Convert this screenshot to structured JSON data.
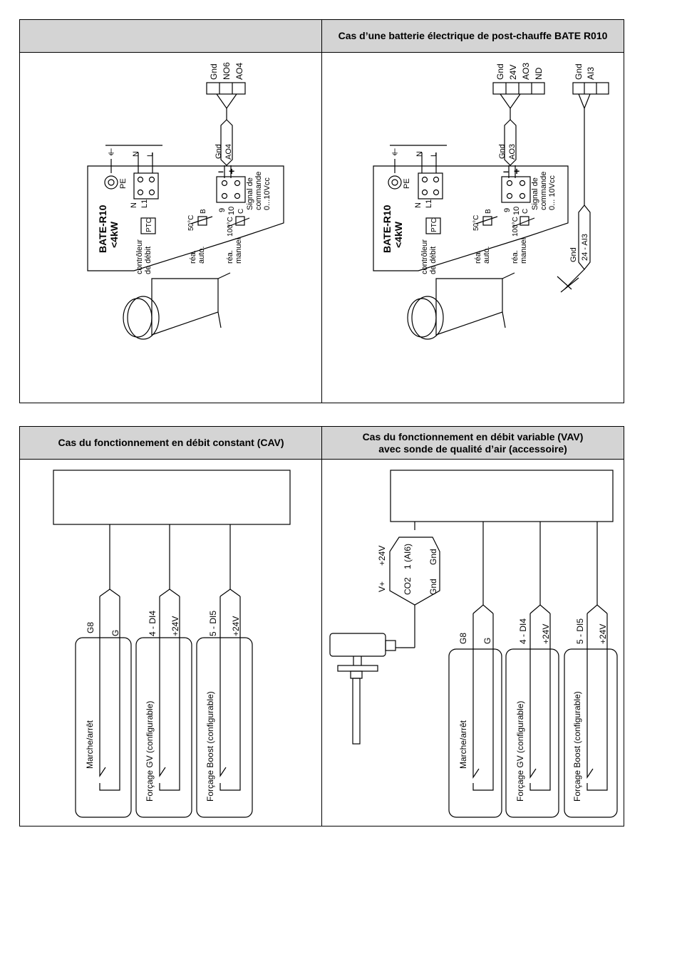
{
  "table1": {
    "header_left": "",
    "header_right": "Cas d’une batterie électrique de post-chauffe BATE R010"
  },
  "table2": {
    "header_left": "Cas du fonctionnement en débit constant (CAV)",
    "header_right_line1": "Cas du fonctionnement en débit variable (VAV)",
    "header_right_line2": "avec sonde de qualité d’air (accessoire)"
  },
  "bate_left": {
    "term_labels": [
      "Gnd",
      "NO6",
      "AO4"
    ],
    "cable_gnd": "Gnd",
    "cable_ao": "AO4",
    "minus": "–",
    "plus": "+",
    "model": "BATE-R10",
    "power": "<4kW",
    "pe": "PE",
    "n": "N",
    "l": "L",
    "l1": "L1",
    "n_in": "N",
    "l_in": "L",
    "ground": "⏚",
    "ptc": "PTC",
    "t50": "50°C",
    "t100": "100°C",
    "b": "B",
    "c": "C",
    "n9": "9",
    "n10": "10",
    "sig1": "Signal de",
    "sig2": "commande",
    "sig3": "0...10Vcc",
    "ctrl1": "contrôleur",
    "ctrl2": "de débit",
    "rea1": "réa.",
    "auto": "auto.",
    "rea2": "réa.",
    "manuel": "manuel"
  },
  "bate_right": {
    "term_labels_a": [
      "Gnd",
      "24V",
      "AO3",
      "ND"
    ],
    "term_labels_b": [
      "Gnd",
      "AI3"
    ],
    "cable_gnd": "Gnd",
    "cable_ao": "AO3",
    "minus": "–",
    "plus": "+",
    "model": "BATE-R10",
    "power": "<4kW",
    "pe": "PE",
    "n": "N",
    "l": "L",
    "l1": "L1",
    "n_in": "N",
    "l_in": "L",
    "ground": "⏚",
    "ptc": "PTC",
    "t50": "50°C",
    "t100": "100°C",
    "b": "B",
    "c": "C",
    "n9": "9",
    "n10": "10",
    "sig1": "Signal de",
    "sig2": "commande",
    "sig3": "0... 10Vcc",
    "ctrl1": "contrôleur",
    "ctrl2": "de débit",
    "rea1": "réa.",
    "auto": "auto.",
    "rea2": "réa.",
    "manuel": "manuel",
    "probe_gnd": "Gnd",
    "probe_ai": "24 - AI3"
  },
  "cav": {
    "c1_top": "G8",
    "c1_bottom": "G",
    "c2_top": "4 - DI4",
    "c2_bottom": "+24V",
    "c3_top": "5 - DI5",
    "c3_bottom": "+24V",
    "box1": "Marche/arrêt",
    "box2": "Forçage GV (configurable)",
    "box3": "Forçage Boost (configurable)"
  },
  "vav": {
    "c1_top": "G8",
    "c1_bottom": "G",
    "c2_top": "4 - DI4",
    "c2_bottom": "+24V",
    "c3_top": "5 - DI5",
    "c3_bottom": "+24V",
    "box1": "Marche/arrêt",
    "box2": "Forçage GV (configurable)",
    "box3": "Forçage Boost (configurable)",
    "co2_a1": "V+",
    "co2_a2": "+24V",
    "co2_b1": "CO2",
    "co2_b2": "1 (AI6)",
    "co2_c1": "Gnd",
    "co2_c2": "Gnd"
  }
}
